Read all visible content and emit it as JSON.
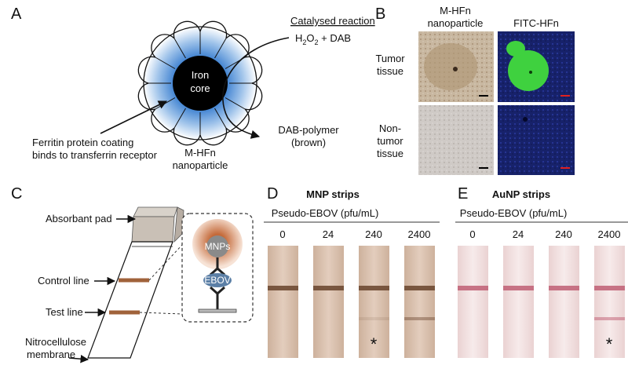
{
  "panel_a": {
    "label": "A",
    "core_line1": "Iron",
    "core_line2": "core",
    "reaction_title": "Catalysed reaction",
    "reaction_h2o2": "H",
    "reaction_sub2a": "2",
    "reaction_o": "O",
    "reaction_sub2b": "2",
    "reaction_rest": " + DAB",
    "product_line1": "DAB-polymer",
    "product_line2": "(brown)",
    "coating_line1": "Ferritin protein coating",
    "coating_line2": "binds to transferrin receptor",
    "particle_line1": "M-HFn",
    "particle_line2": "nanoparticle"
  },
  "panel_b": {
    "label": "B",
    "col1_line1": "M-HFn",
    "col1_line2": "nanoparticle",
    "col2": "FITC-HFn",
    "row1_line1": "Tumor",
    "row1_line2": "tissue",
    "row2_line1": "Non-",
    "row2_line2": "tumor",
    "row2_line3": "tissue"
  },
  "panel_c": {
    "label": "C",
    "absorbant_pad": "Absorbant pad",
    "control_line": "Control line",
    "test_line": "Test line",
    "membrane_line1": "Nitrocellulose",
    "membrane_line2": "membrane",
    "mnps": "MNPs",
    "ebov": "EBOV"
  },
  "panel_d": {
    "label": "D",
    "title": "MNP strips",
    "subtitle": "Pseudo-EBOV (pfu/mL)",
    "concentrations": [
      "0",
      "24",
      "240",
      "2400"
    ],
    "star": "*"
  },
  "panel_e": {
    "label": "E",
    "title": "AuNP strips",
    "subtitle": "Pseudo-EBOV (pfu/mL)",
    "concentrations": [
      "0",
      "24",
      "240",
      "2400"
    ],
    "star": "*"
  },
  "colors": {
    "iron_core": "#000000",
    "coating_glow": "#6fa4d8",
    "control_line_brown": "#a0623a",
    "mnp_strip": "#d9c3b2",
    "mnp_line": "#6e4a33",
    "aunp_strip": "#f1dede",
    "aunp_line": "#c2667a",
    "fitc_green": "#3fd13f",
    "tissue_blue": "#1b2a7a"
  }
}
